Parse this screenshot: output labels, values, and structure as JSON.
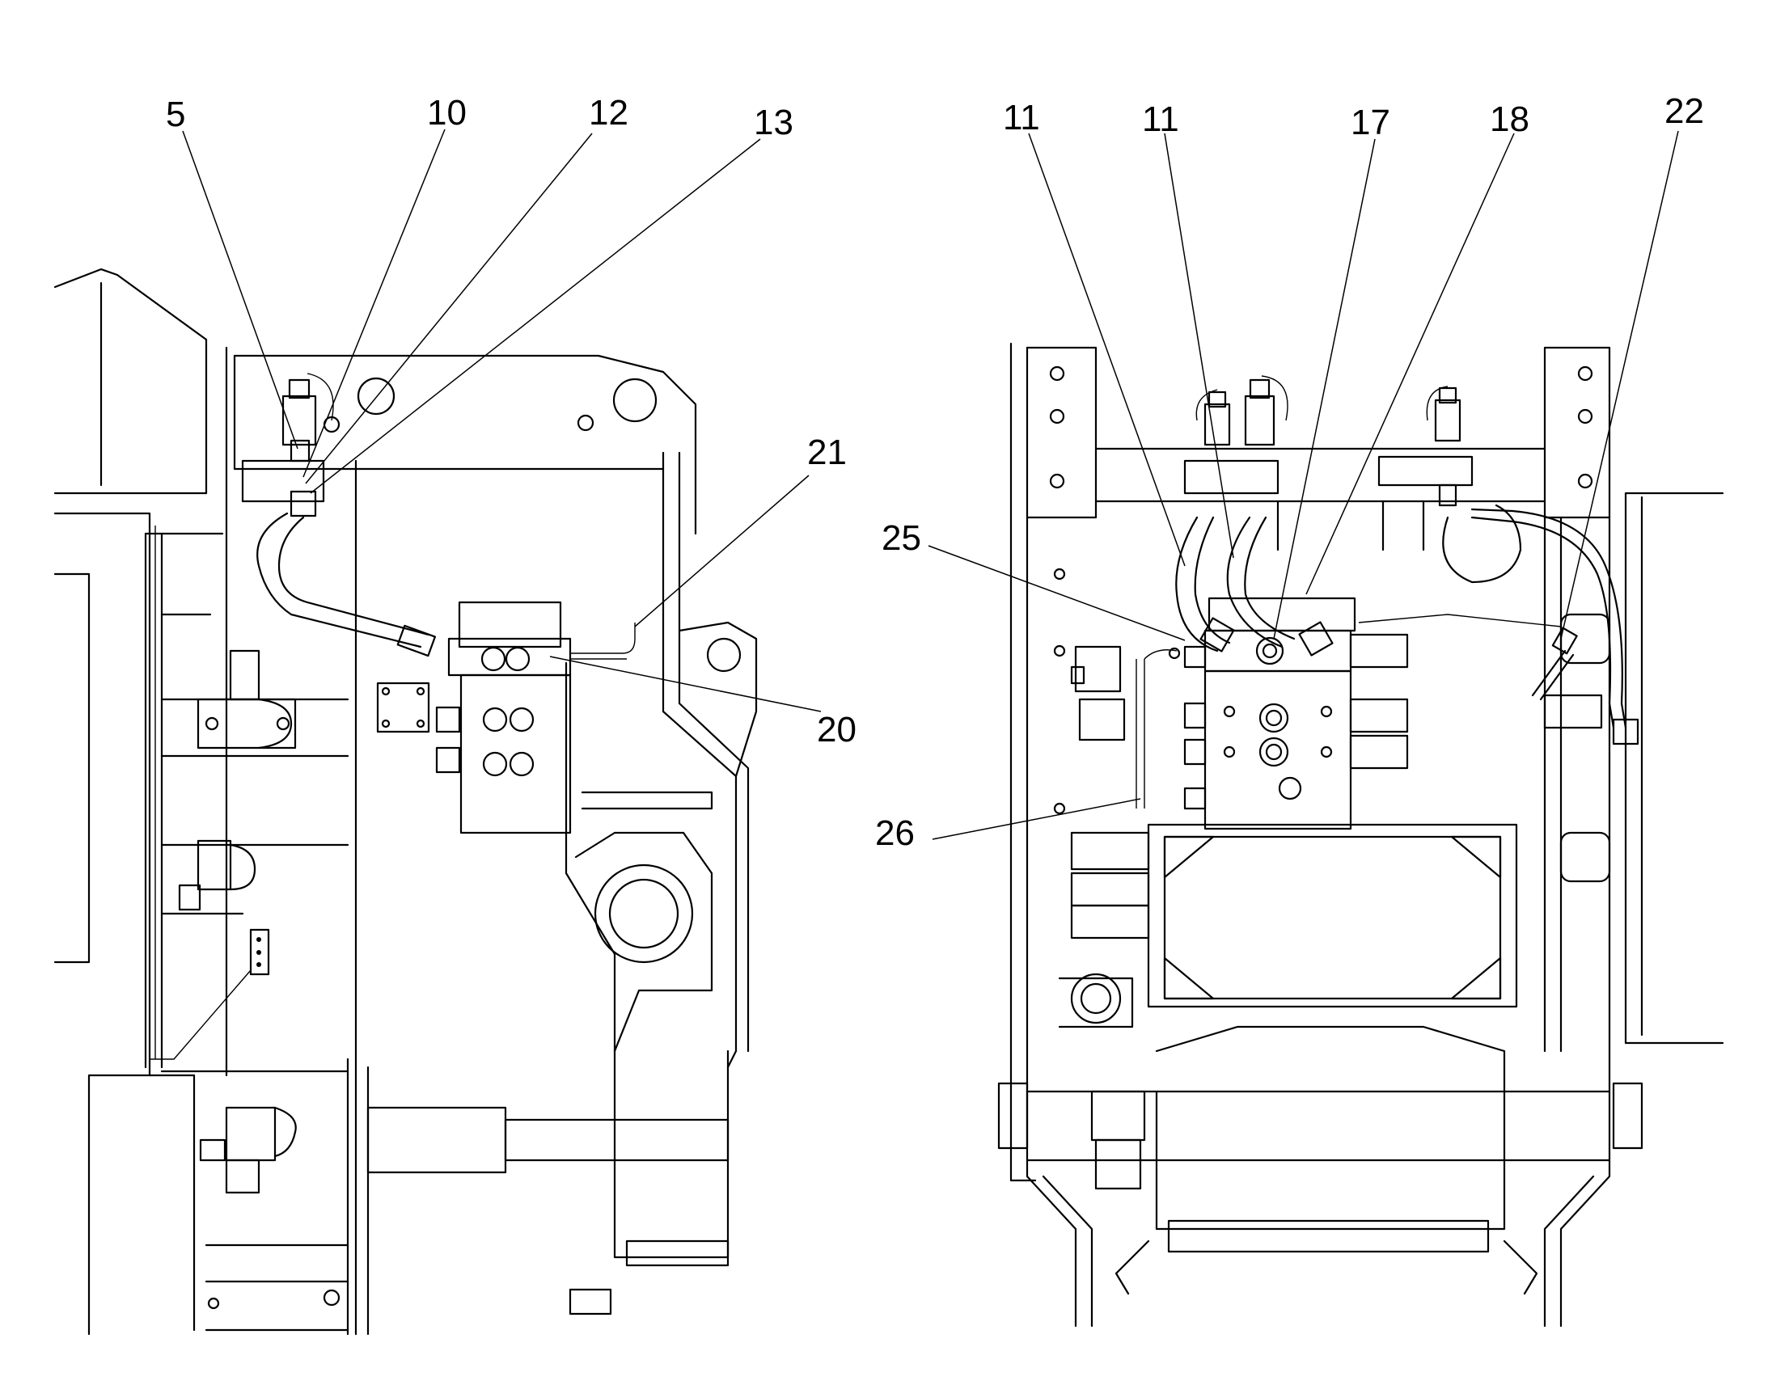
{
  "callouts": {
    "c5": "5",
    "c10": "10",
    "c12": "12",
    "c13": "13",
    "c21": "21",
    "c20": "20",
    "c11a": "11",
    "c11b": "11",
    "c17": "17",
    "c18": "18",
    "c22": "22",
    "c25": "25",
    "c26": "26"
  }
}
